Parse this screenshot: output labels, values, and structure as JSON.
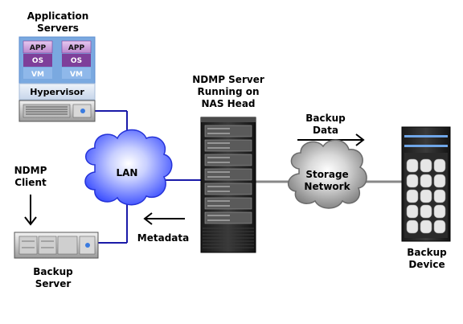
{
  "app_servers": {
    "title_line1": "Application",
    "title_line2": "Servers",
    "vms": [
      {
        "app": "APP",
        "os": "OS",
        "vm": "VM"
      },
      {
        "app": "APP",
        "os": "OS",
        "vm": "VM"
      }
    ],
    "hypervisor": "Hypervisor"
  },
  "lan": {
    "label": "LAN"
  },
  "ndmp_client": {
    "line1": "NDMP",
    "line2": "Client"
  },
  "backup_server": {
    "line1": "Backup",
    "line2": "Server"
  },
  "metadata": {
    "label": "Metadata"
  },
  "ndmp_server": {
    "line1": "NDMP Server",
    "line2": "Running on",
    "line3": "NAS Head"
  },
  "backup_data": {
    "line1": "Backup",
    "line2": "Data"
  },
  "storage_network": {
    "line1": "Storage",
    "line2": "Network"
  },
  "backup_device": {
    "line1": "Backup",
    "line2": "Device"
  },
  "colors": {
    "lan_link": "#1a1aa8",
    "storage_link": "#888888",
    "lan_cloud": "#3a4bff",
    "storage_cloud": "#8a8a8a",
    "vm_purple": "#7e3f9a",
    "hypervisor_bg": "#d7e3f2"
  }
}
